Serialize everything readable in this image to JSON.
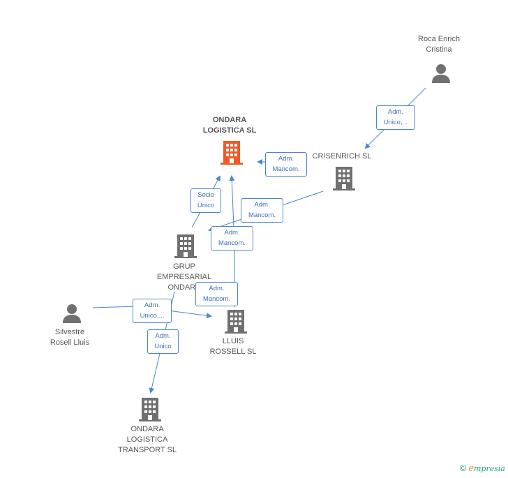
{
  "nodes": {
    "ondara_logistica": {
      "label": "ONDARA\nLOGISTICA SL",
      "color": "#f05a28"
    },
    "crisenrich": {
      "label": "CRISENRICH  SL"
    },
    "grup_empresarial": {
      "label": "GRUP\nEMPRESARIAL\nONDARA"
    },
    "lluis_rossell": {
      "label": "LLUIS\nROSSELL  SL"
    },
    "ondara_transport": {
      "label": "ONDARA\nLOGISTICA\nTRANSPORT SL"
    },
    "roca_enrich": {
      "label": "Roca Enrich\nCristina"
    },
    "silvestre": {
      "label": "Silvestre\nRosell Lluis"
    }
  },
  "edges": {
    "roca_to_crisenrich": "Adm.\nUnico,...",
    "crisenrich_to_ondara": "Adm.\nMancom.",
    "grup_to_ondara": "Socio\nÚnico",
    "crisenrich_to_grup": "Adm.\nMancom.",
    "grup_mancom": "Adm.\nMancom.",
    "lluis_to_ondara": "Adm.\nMancom.",
    "silvestre_to_lluis": "Adm.\nUnico,...",
    "silvestre_to_transport": "Adm.\nUnico"
  },
  "colors": {
    "company": "#707070",
    "focus_company": "#f05a28",
    "person": "#707070",
    "edge": "#4a86d4"
  },
  "footer": {
    "copyright": "©",
    "brand_initial": "e",
    "brand_rest": "mpresia"
  }
}
